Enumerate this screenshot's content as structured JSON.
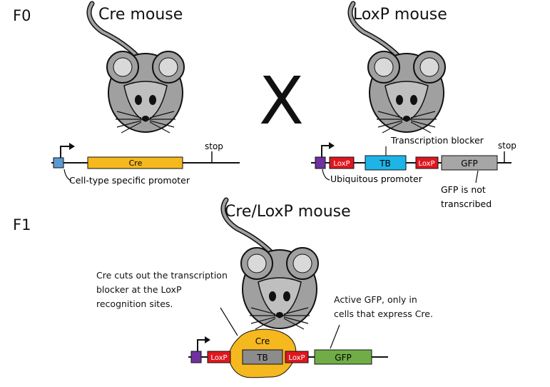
{
  "generations": {
    "f0": "F0",
    "f1": "F1"
  },
  "mice": {
    "cre_title": "Cre mouse",
    "loxp_title": "LoxP mouse",
    "cross_symbol": "X",
    "offspring_title": "Cre/LoxP mouse"
  },
  "cre_construct": {
    "gene": "Cre",
    "stop": "stop",
    "promoter_label": "Cell-type specific promoter"
  },
  "loxp_construct": {
    "loxp": "LoxP",
    "tb": "TB",
    "gfp": "GFP",
    "stop": "stop",
    "tb_label": "Transcription blocker",
    "promoter_label": "Ubiquitous promoter",
    "gfp_note_line1": "GFP is not",
    "gfp_note_line2": "transcribed"
  },
  "offspring_construct": {
    "enzyme": "Cre",
    "loxp": "LoxP",
    "tb": "TB",
    "gfp": "GFP",
    "cut_note": [
      "Cre cuts out the transcription",
      "blocker at the LoxP",
      "recognition sites."
    ],
    "active_note": [
      "Active GFP, only in",
      "cells that express Cre."
    ]
  },
  "colors": {
    "cre_gene": "#f5b81f",
    "cell_promoter": "#5b9bd5",
    "ubiquitous_promoter": "#7030a0",
    "loxp": "#e0171f",
    "tb": "#1fb4e8",
    "tb_offspring": "#8c8c8c",
    "gfp_off": "#a6a6a6",
    "gfp_on": "#70ad47",
    "mouse_body": "#a0a0a0"
  }
}
